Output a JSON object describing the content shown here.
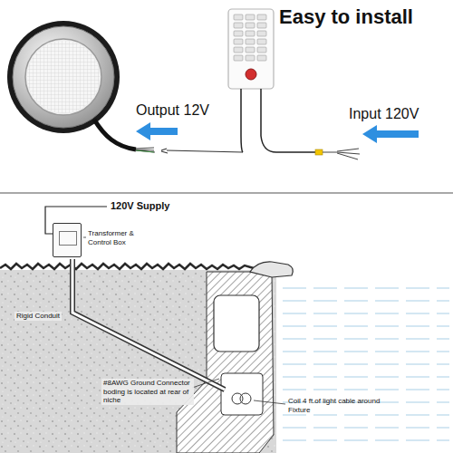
{
  "diagram": {
    "title": "Easy to install",
    "nodes": [
      {
        "text": [
          "Transformer & Control Box"
        ]
      }
    ],
    "labels": [
      "Output 12V",
      "Input 120V",
      "120V Supply",
      "Rigid Conduit",
      "#8AWG Ground Connector boding is located at rear of niche",
      "Coil 4 ft.of light cable around Fixture"
    ]
  }
}
